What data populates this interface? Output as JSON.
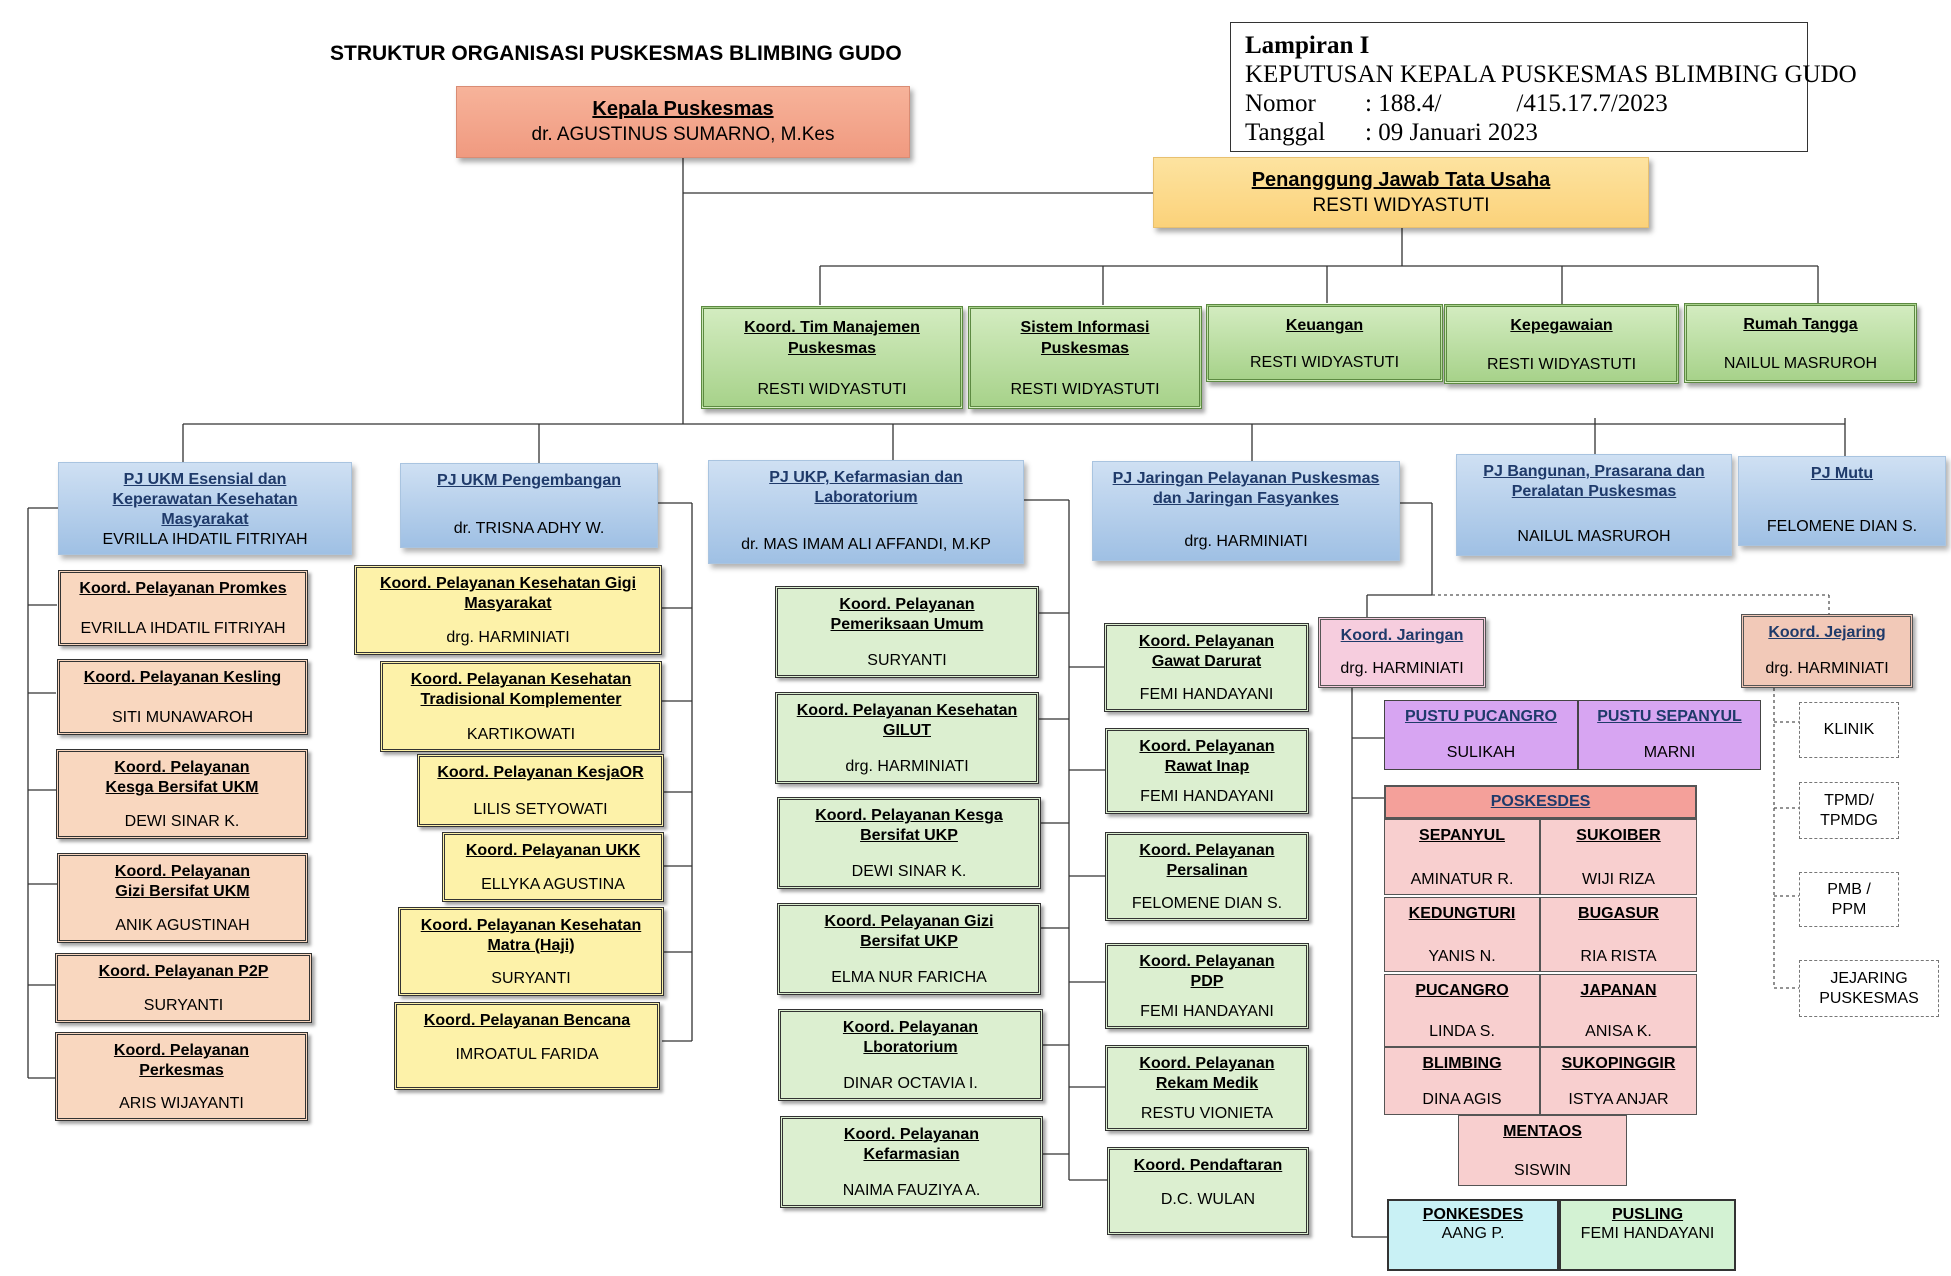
{
  "title": "STRUKTUR ORGANISASI PUSKESMAS BLIMBING GUDO",
  "lampiran": {
    "label": "Lampiran I",
    "decree": "KEPUTUSAN KEPALA PUSKESMAS BLIMBING GUDO",
    "nomor_key": "Nomor",
    "nomor_val": ": 188.4/            /415.17.7/2023",
    "tanggal_key": "Tanggal",
    "tanggal_val": ": 09 Januari 2023"
  },
  "kepala": {
    "title": "Kepala Puskesmas",
    "name": "dr. AGUSTINUS SUMARNO, M.Kes"
  },
  "tata_usaha": {
    "title": "Penanggung Jawab Tata Usaha",
    "name": "RESTI WIDYASTUTI"
  },
  "tu_units": [
    {
      "title": "Koord. Tim Manajemen Puskesmas",
      "name": "RESTI WIDYASTUTI"
    },
    {
      "title": "Sistem Informasi Puskesmas",
      "name": "RESTI WIDYASTUTI"
    },
    {
      "title": "Keuangan",
      "name": "RESTI WIDYASTUTI"
    },
    {
      "title": "Kepegawaian",
      "name": "RESTI WIDYASTUTI"
    },
    {
      "title": "Rumah Tangga",
      "name": "NAILUL MASRUROH"
    }
  ],
  "pj": [
    {
      "title": "PJ UKM Esensial dan Keperawatan Kesehatan Masyarakat",
      "name": "EVRILLA IHDATIL FITRIYAH"
    },
    {
      "title": "PJ UKM Pengembangan",
      "name": "dr. TRISNA ADHY W."
    },
    {
      "title": "PJ UKP, Kefarmasian dan Laboratorium",
      "name": "dr. MAS IMAM ALI AFFANDI, M.KP"
    },
    {
      "title": "PJ Jaringan Pelayanan Puskesmas dan Jaringan Fasyankes",
      "name": "drg. HARMINIATI"
    },
    {
      "title": "PJ Bangunan, Prasarana dan Peralatan Puskesmas",
      "name": "NAILUL MASRUROH"
    },
    {
      "title": "PJ Mutu",
      "name": "FELOMENE DIAN S."
    }
  ],
  "ukm_esensial": [
    {
      "title": "Koord. Pelayanan Promkes",
      "name": "EVRILLA IHDATIL FITRIYAH"
    },
    {
      "title": "Koord. Pelayanan Kesling",
      "name": "SITI MUNAWAROH"
    },
    {
      "title": "Koord. Pelayanan Kesga Bersifat UKM",
      "name": "DEWI SINAR K."
    },
    {
      "title": "Koord. Pelayanan Gizi Bersifat UKM",
      "name": "ANIK AGUSTINAH"
    },
    {
      "title": "Koord. Pelayanan P2P",
      "name": "SURYANTI"
    },
    {
      "title": "Koord. Pelayanan Perkesmas",
      "name": "ARIS WIJAYANTI"
    }
  ],
  "ukm_pengembangan": [
    {
      "title": "Koord. Pelayanan Kesehatan Gigi Masyarakat",
      "name": "drg. HARMINIATI"
    },
    {
      "title": "Koord. Pelayanan Kesehatan Tradisional Komplementer",
      "name": "KARTIKOWATI"
    },
    {
      "title": "Koord. Pelayanan KesjaOR",
      "name": "LILIS SETYOWATI"
    },
    {
      "title": "Koord. Pelayanan UKK",
      "name": "ELLYKA AGUSTINA"
    },
    {
      "title": "Koord. Pelayanan Kesehatan Matra (Haji)",
      "name": "SURYANTI"
    },
    {
      "title": "Koord. Pelayanan Bencana",
      "name": "IMROATUL FARIDA"
    }
  ],
  "ukp_left": [
    {
      "title": "Koord. Pelayanan Pemeriksaan Umum",
      "name": "SURYANTI"
    },
    {
      "title": "Koord. Pelayanan Kesehatan GILUT",
      "name": "drg. HARMINIATI"
    },
    {
      "title": "Koord. Pelayanan Kesga Bersifat UKP",
      "name": "DEWI SINAR K."
    },
    {
      "title": "Koord. Pelayanan Gizi Bersifat UKP",
      "name": "ELMA NUR FARICHA"
    },
    {
      "title": "Koord. Pelayanan Lboratorium",
      "name": "DINAR OCTAVIA I."
    },
    {
      "title": "Koord. Pelayanan Kefarmasian",
      "name": "NAIMA FAUZIYA A."
    }
  ],
  "ukp_right": [
    {
      "title": "Koord. Pelayanan Gawat Darurat",
      "name": "FEMI HANDAYANI"
    },
    {
      "title": "Koord. Pelayanan Rawat Inap",
      "name": "FEMI HANDAYANI"
    },
    {
      "title": "Koord. Pelayanan Persalinan",
      "name": "FELOMENE DIAN S."
    },
    {
      "title": "Koord. Pelayanan PDP",
      "name": "FEMI HANDAYANI"
    },
    {
      "title": "Koord. Pelayanan Rekam Medik",
      "name": "RESTU VIONIETA"
    },
    {
      "title": "Koord. Pendaftaran",
      "name": "D.C. WULAN"
    }
  ],
  "jaringan": {
    "title": "Koord. Jaringan",
    "name": "drg. HARMINIATI"
  },
  "jejaring": {
    "title": "Koord. Jejaring",
    "name": "drg. HARMINIATI"
  },
  "pustu": [
    {
      "title": "PUSTU PUCANGRO",
      "name": "SULIKAH"
    },
    {
      "title": "PUSTU SEPANYUL",
      "name": "MARNI"
    }
  ],
  "poskesdes_title": "POSKESDES",
  "poskesdes": [
    {
      "title": "SEPANYUL",
      "name": "AMINATUR R."
    },
    {
      "title": "SUKOIBER",
      "name": "WIJI RIZA"
    },
    {
      "title": "KEDUNGTURI",
      "name": "YANIS N."
    },
    {
      "title": "BUGASUR",
      "name": "RIA RISTA"
    },
    {
      "title": "PUCANGRO",
      "name": "LINDA S."
    },
    {
      "title": "JAPANAN",
      "name": "ANISA K."
    },
    {
      "title": "BLIMBING",
      "name": "DINA AGIS"
    },
    {
      "title": "SUKOPINGGIR",
      "name": "ISTYA ANJAR"
    }
  ],
  "mentaos": {
    "title": "MENTAOS",
    "name": "SISWIN"
  },
  "ponkesdes": {
    "title": "PONKESDES",
    "name": "AANG P."
  },
  "pusling": {
    "title": "PUSLING",
    "name": "FEMI HANDAYANI"
  },
  "jejaring_items": [
    "KLINIK",
    "TPMD/ TPMDG",
    "PMB / PPM",
    "JEJARING PUSKESMAS"
  ],
  "colors": {
    "line": "#333333",
    "pj_title": "#1f3a6a"
  }
}
